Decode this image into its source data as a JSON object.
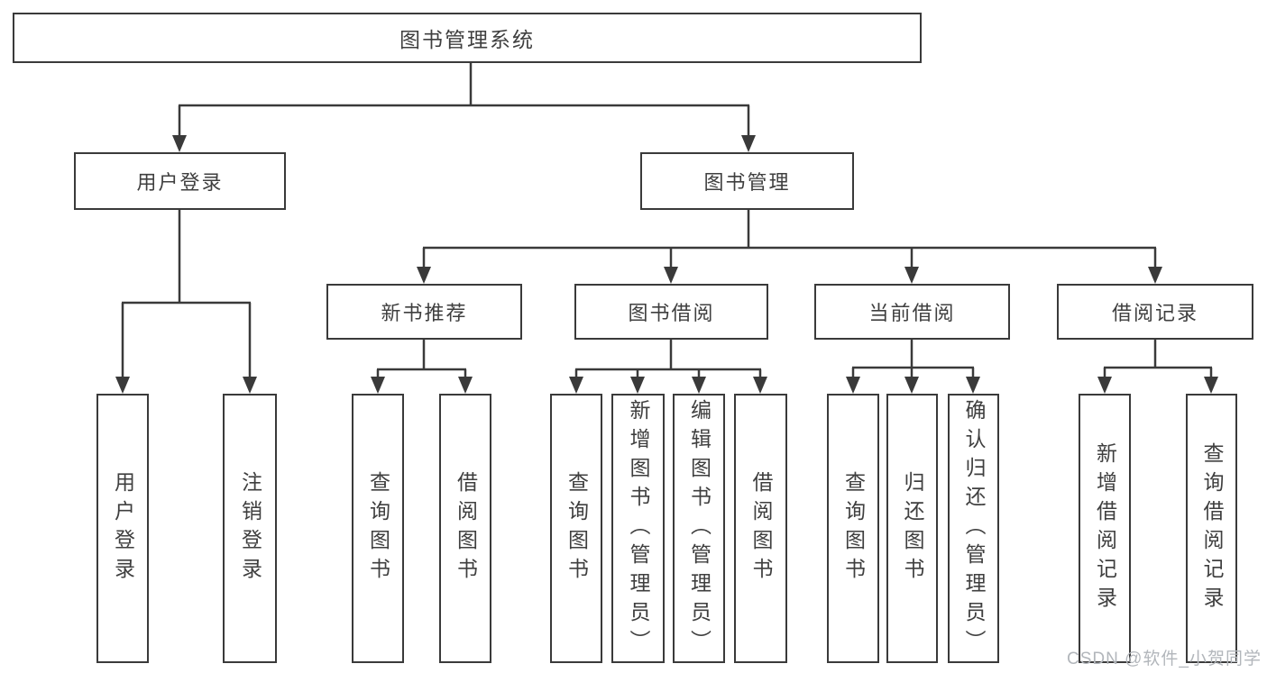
{
  "diagram": {
    "title": "图书管理系统",
    "watermark": "CSDN @软件_小贺同学",
    "colors": {
      "line": "#3a3a3a",
      "border": "#3a3a3a",
      "text": "#3f3f3f",
      "watermark": "#b2b6bb",
      "background": "#ffffff"
    },
    "nodes": [
      {
        "id": "root",
        "label": "图书管理系统",
        "level": 1,
        "parent": null
      },
      {
        "id": "user-login",
        "label": "用户登录",
        "level": 2,
        "parent": "root"
      },
      {
        "id": "book-mgmt",
        "label": "图书管理",
        "level": 2,
        "parent": "root"
      },
      {
        "id": "new-book-rec",
        "label": "新书推荐",
        "level": 3,
        "parent": "book-mgmt"
      },
      {
        "id": "book-borrow",
        "label": "图书借阅",
        "level": 3,
        "parent": "book-mgmt"
      },
      {
        "id": "current-borrow",
        "label": "当前借阅",
        "level": 3,
        "parent": "book-mgmt"
      },
      {
        "id": "borrow-records",
        "label": "借阅记录",
        "level": 3,
        "parent": "book-mgmt"
      },
      {
        "id": "leaf-user-login",
        "label": "用户登录",
        "level": 4,
        "parent": "user-login"
      },
      {
        "id": "leaf-logout",
        "label": "注销登录",
        "level": 4,
        "parent": "user-login"
      },
      {
        "id": "leaf-query-book-1",
        "label": "查询图书",
        "level": 4,
        "parent": "new-book-rec"
      },
      {
        "id": "leaf-borrow-book-1",
        "label": "借阅图书",
        "level": 4,
        "parent": "new-book-rec"
      },
      {
        "id": "leaf-query-book-2",
        "label": "查询图书",
        "level": 4,
        "parent": "book-borrow"
      },
      {
        "id": "leaf-add-book",
        "label": "新增图书（管理员）",
        "level": 4,
        "parent": "book-borrow"
      },
      {
        "id": "leaf-edit-book",
        "label": "编辑图书（管理员）",
        "level": 4,
        "parent": "book-borrow"
      },
      {
        "id": "leaf-borrow-book-2",
        "label": "借阅图书",
        "level": 4,
        "parent": "book-borrow"
      },
      {
        "id": "leaf-query-book-3",
        "label": "查询图书",
        "level": 4,
        "parent": "current-borrow"
      },
      {
        "id": "leaf-return-book",
        "label": "归还图书",
        "level": 4,
        "parent": "current-borrow"
      },
      {
        "id": "leaf-confirm-return",
        "label": "确认归还（管理员）",
        "level": 4,
        "parent": "current-borrow"
      },
      {
        "id": "leaf-add-borrow-record",
        "label": "新增借阅记录",
        "level": 4,
        "parent": "borrow-records"
      },
      {
        "id": "leaf-query-borrow-record",
        "label": "查询借阅记录",
        "level": 4,
        "parent": "borrow-records"
      }
    ]
  }
}
